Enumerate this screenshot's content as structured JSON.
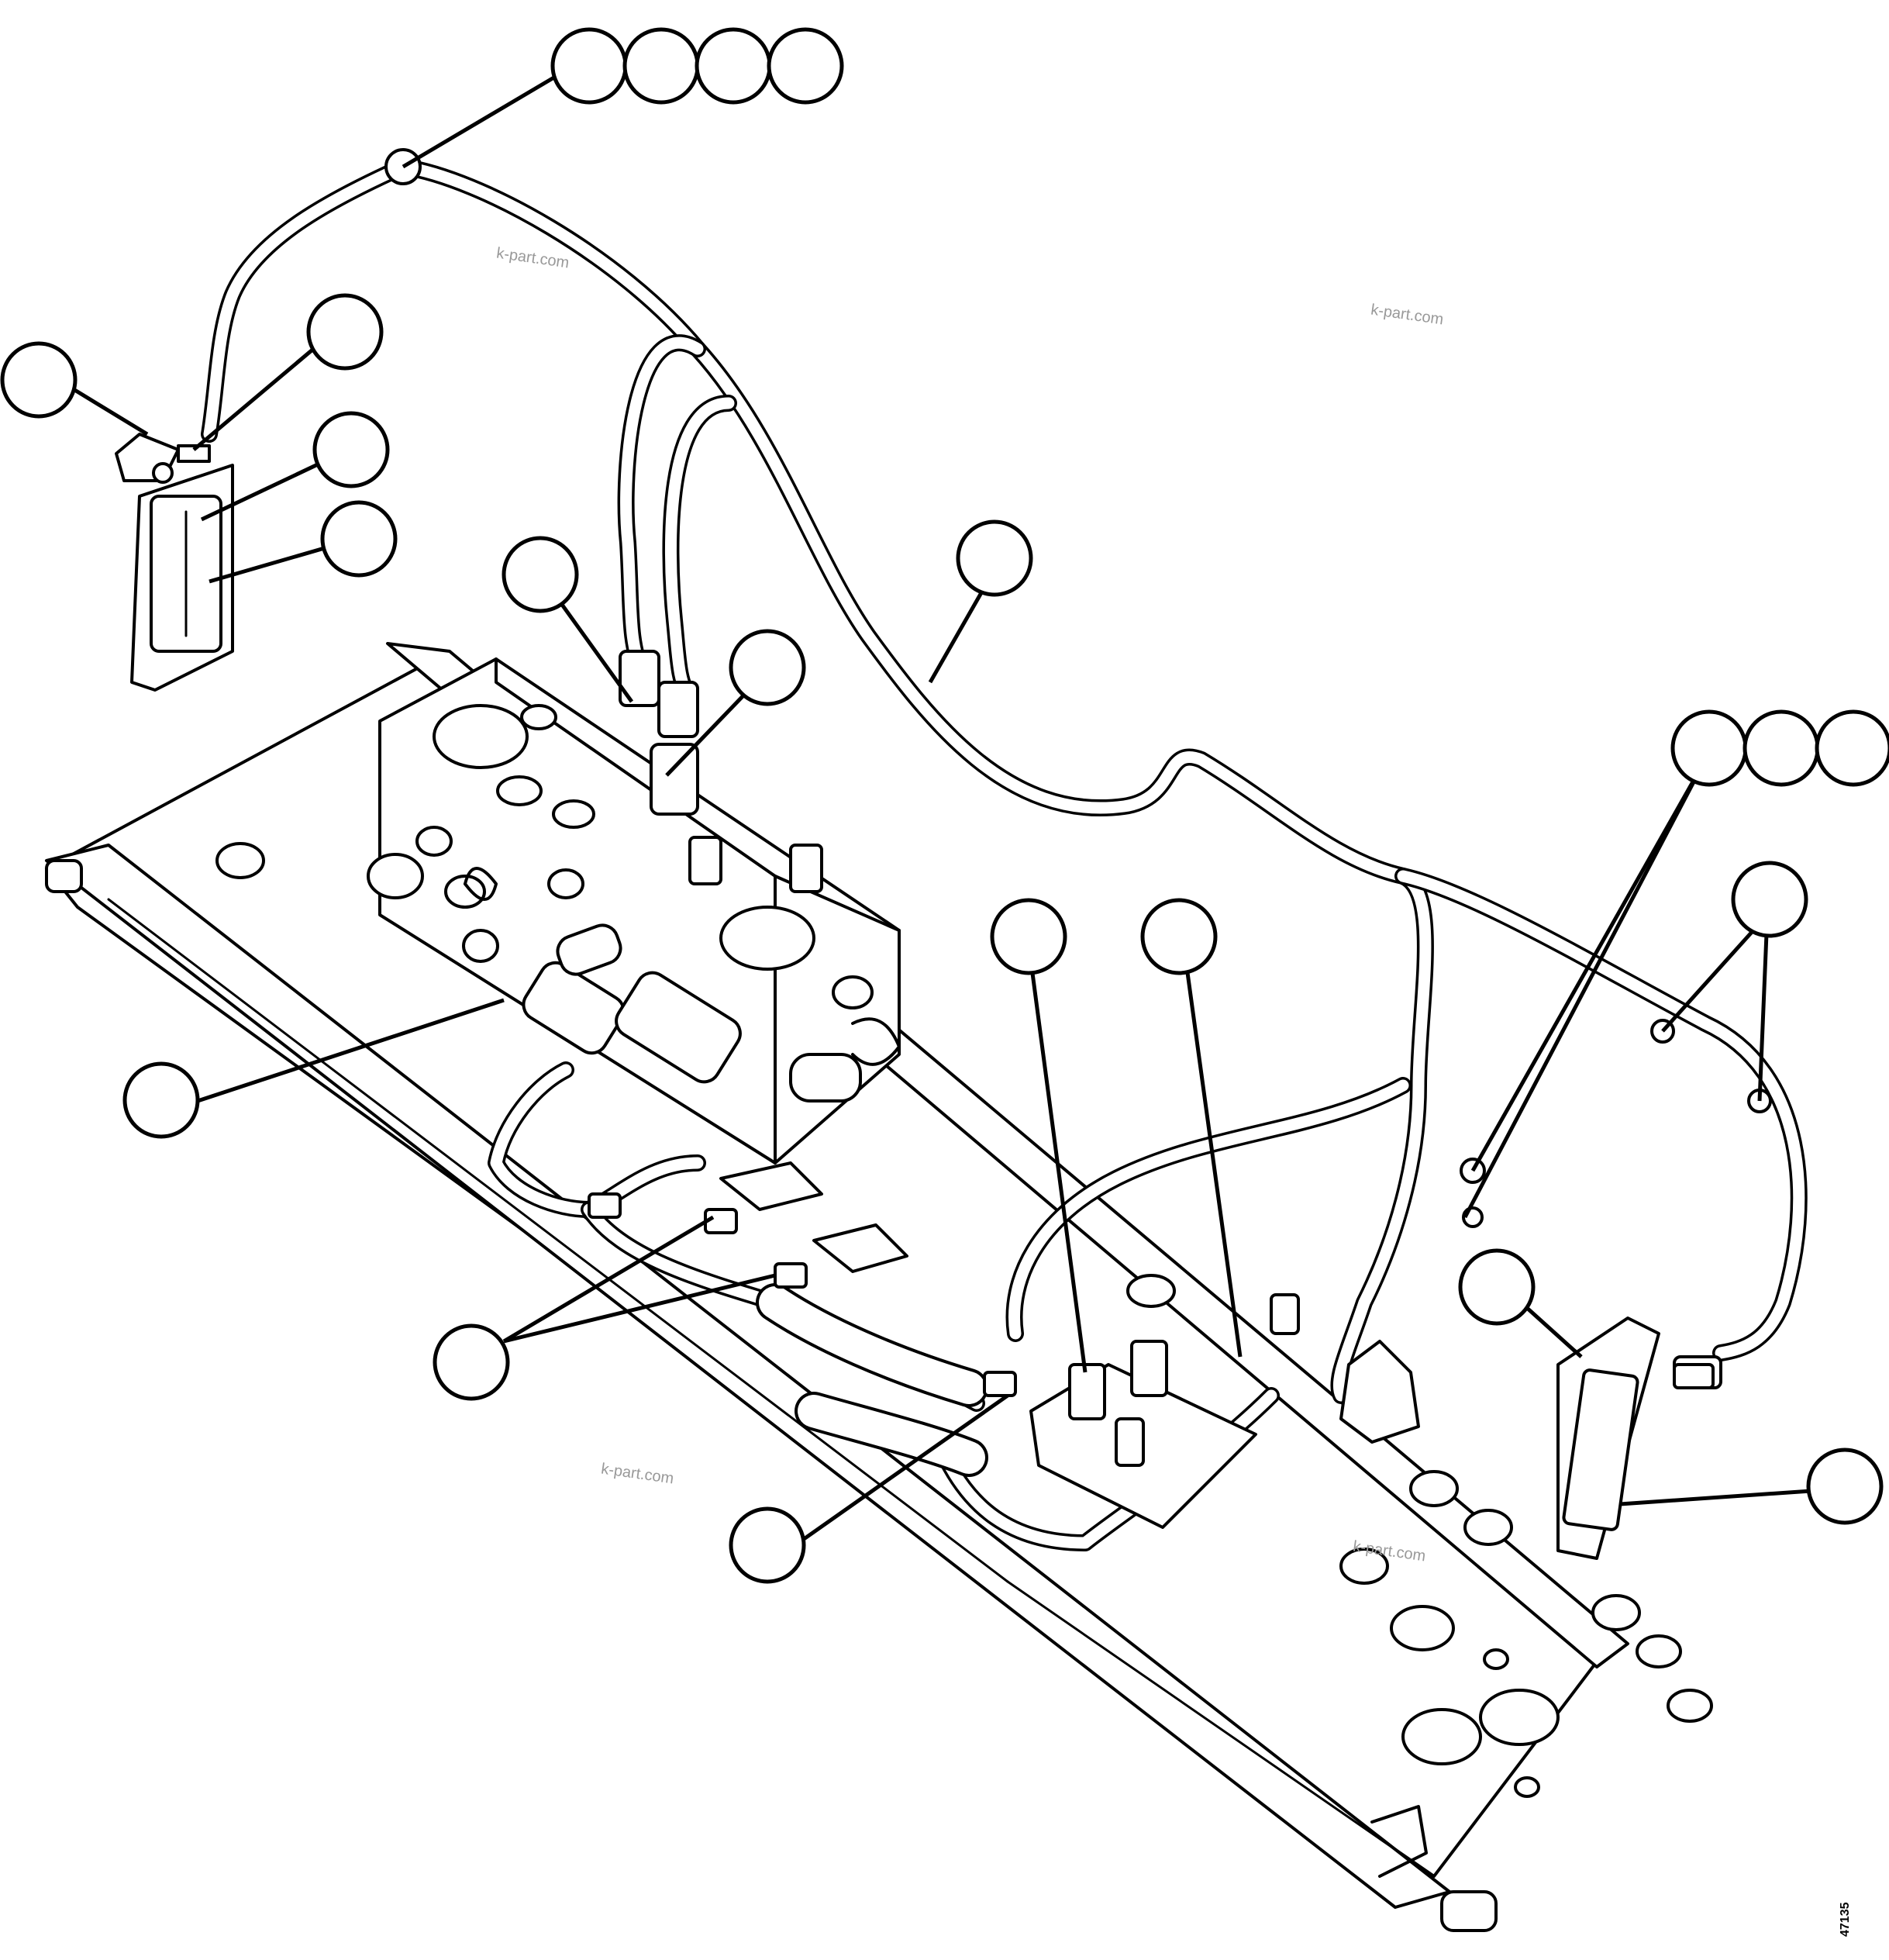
{
  "watermarks": {
    "top_left": "k-part.com",
    "top_right": "k-part.com",
    "bottom_left": "k-part.com",
    "bottom_right": "k-part.com"
  },
  "figure_number": "47135",
  "callout_count": 22,
  "colors": {
    "line": "#000000",
    "background": "#ffffff",
    "watermark": "#999999"
  }
}
